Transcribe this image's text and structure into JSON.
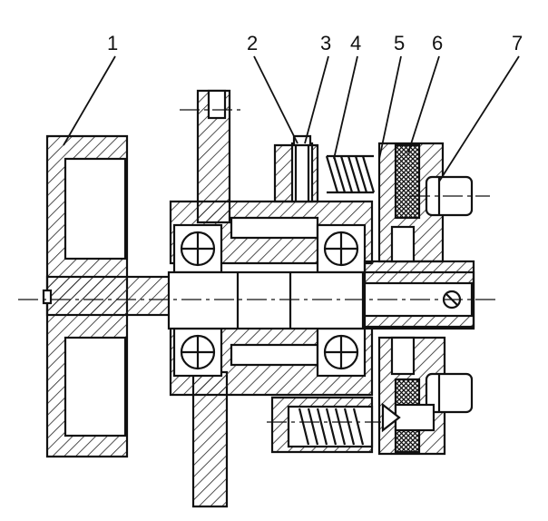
{
  "callouts": [
    {
      "id": "1",
      "label": "1"
    },
    {
      "id": "2",
      "label": "2"
    },
    {
      "id": "3",
      "label": "3"
    },
    {
      "id": "4",
      "label": "4"
    },
    {
      "id": "5",
      "label": "5"
    },
    {
      "id": "6",
      "label": "6"
    },
    {
      "id": "7",
      "label": "7"
    }
  ],
  "colors": {
    "ink": "#111111",
    "paper": "#ffffff",
    "hatch": "#222222"
  }
}
